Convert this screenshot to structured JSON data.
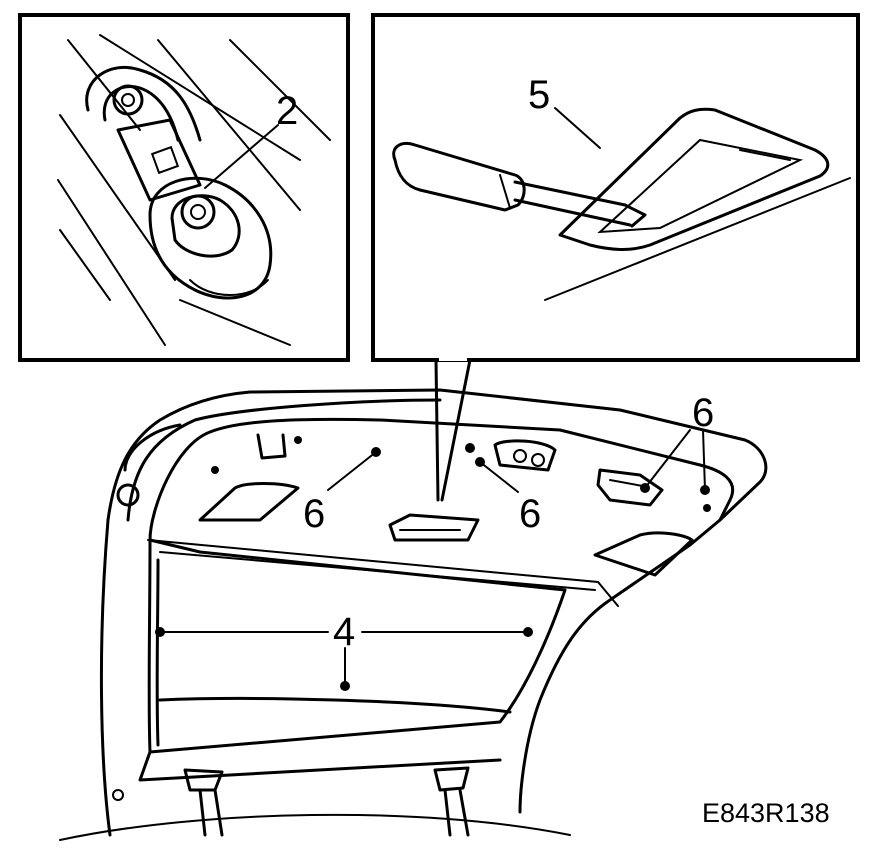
{
  "figure": {
    "code": "E843R138",
    "callouts": {
      "strut_fastener": "2",
      "panel": "4",
      "tool": "5",
      "clip_left": "6",
      "clip_center": "6",
      "clip_right": "6"
    }
  }
}
